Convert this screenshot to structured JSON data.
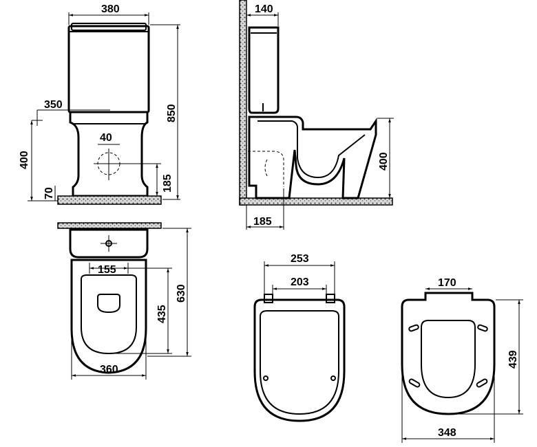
{
  "front_view": {
    "width_label": "380",
    "height_label": "850",
    "inlet_offset_label": "350",
    "inlet_height_label": "400",
    "floor_offset_label": "70",
    "outlet_dia_label": "40",
    "outlet_height_label": "185"
  },
  "side_view": {
    "tank_depth_label": "140",
    "seat_height_label": "400",
    "outlet_distance_label": "185"
  },
  "top_view": {
    "inner_width_label": "155",
    "depth_label": "435",
    "total_depth_label": "630",
    "width_label": "360"
  },
  "seat_front": {
    "outer_width_label": "253",
    "inner_width_label": "203"
  },
  "seat_back": {
    "hinge_width_label": "170",
    "length_label": "439",
    "width_label": "348"
  }
}
